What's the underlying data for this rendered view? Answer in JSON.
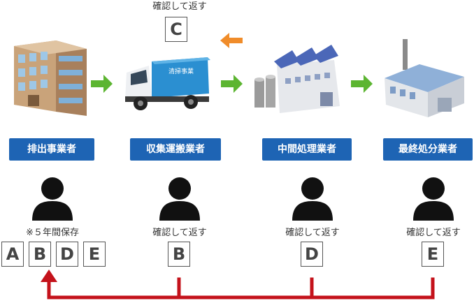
{
  "top": {
    "confirm_caption": "確認して返す",
    "box": "C"
  },
  "actors": [
    {
      "label": "排出事業者",
      "icon": "apartment-building-icon"
    },
    {
      "label": "収集運搬業者",
      "icon": "garbage-truck-icon"
    },
    {
      "label": "中間処理業者",
      "icon": "processing-plant-icon"
    },
    {
      "label": "最終処分業者",
      "icon": "disposal-facility-icon"
    }
  ],
  "truck_text": "清掃事業",
  "retention_note": "※５年間保存",
  "kept_copies": [
    "A",
    "B",
    "D",
    "E"
  ],
  "return_captions": [
    "確認して返す",
    "確認して返す",
    "確認して返す"
  ],
  "return_boxes": [
    "B",
    "D",
    "E"
  ],
  "colors": {
    "label_bg": "#1e64b4",
    "green_arrow": "#5cb531",
    "orange_arrow": "#f08c2a",
    "red_line": "#c4121b"
  }
}
